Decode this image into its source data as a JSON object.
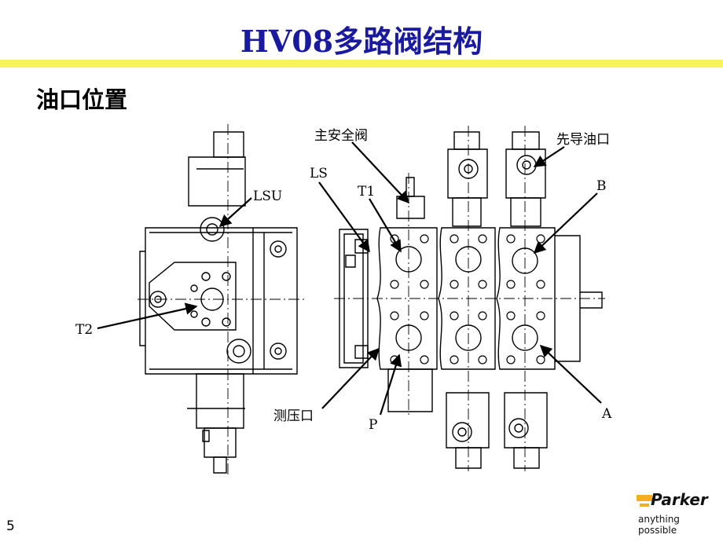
{
  "slide": {
    "title": "HV08多路阀结构",
    "subtitle": "油口位置",
    "page_number": "5"
  },
  "labels": {
    "lsu": "LSU",
    "t2": "T2",
    "main_relief": "主安全阀",
    "pilot": "先导油口",
    "ls": "LS",
    "t1": "T1",
    "b": "B",
    "a": "A",
    "gauge": "测压口",
    "p": "P"
  },
  "logo": {
    "brand": "Parker",
    "tagline": "anything possible",
    "accent": "#f2b01e"
  },
  "colors": {
    "title": "#1a1aa0",
    "rule": "#f7f35a"
  }
}
